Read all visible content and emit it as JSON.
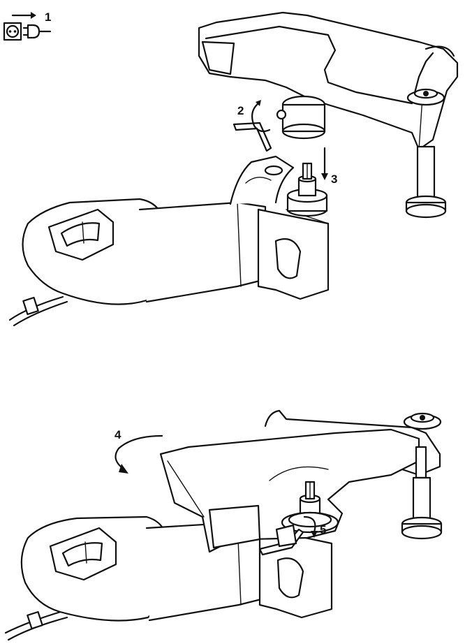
{
  "steps": {
    "step1": "1",
    "step2": "2",
    "step3": "3",
    "step4": "4",
    "step5": "5"
  },
  "icons": {
    "unplug": "unplug-icon",
    "rotate": "rotate-arrow-icon",
    "down": "down-arrow-icon"
  },
  "colors": {
    "line": "#111111",
    "background": "#ffffff"
  }
}
